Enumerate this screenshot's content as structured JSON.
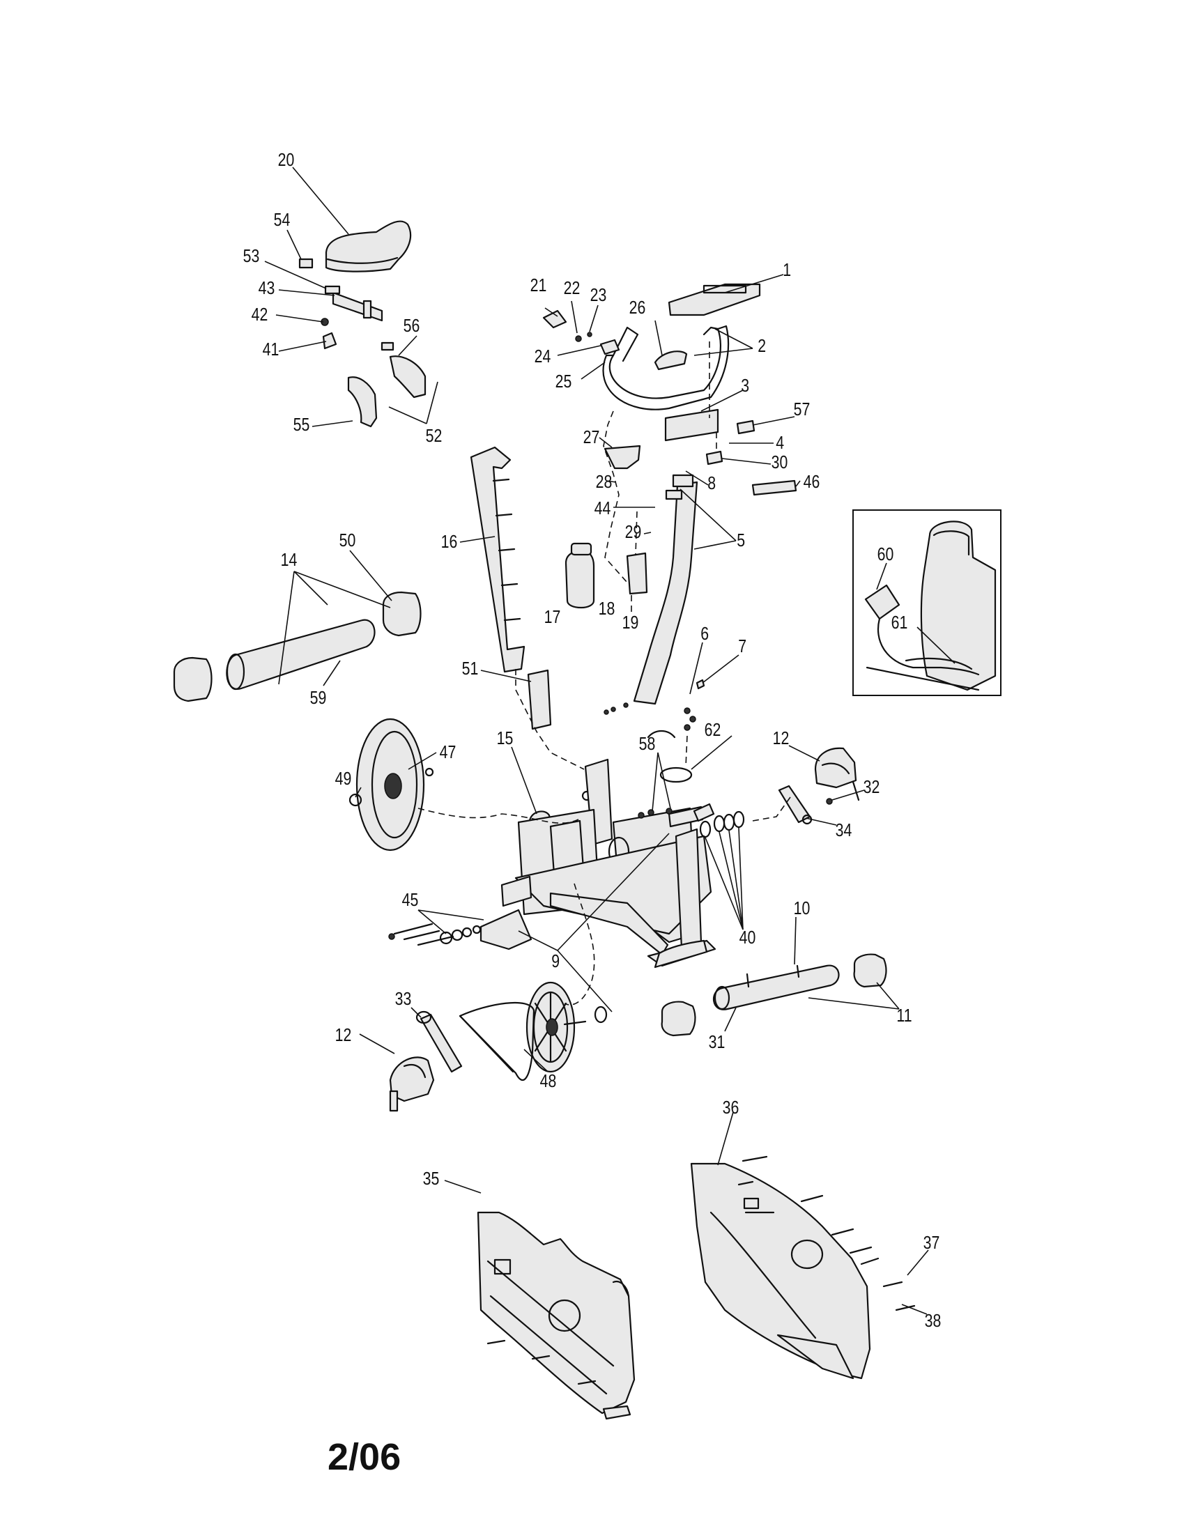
{
  "callouts": [
    {
      "id": "1",
      "label": "1"
    },
    {
      "id": "2",
      "label": "2"
    },
    {
      "id": "3",
      "label": "3"
    },
    {
      "id": "4",
      "label": "4"
    },
    {
      "id": "5",
      "label": "5"
    },
    {
      "id": "6",
      "label": "6"
    },
    {
      "id": "7",
      "label": "7"
    },
    {
      "id": "8",
      "label": "8"
    },
    {
      "id": "9",
      "label": "9"
    },
    {
      "id": "10",
      "label": "10"
    },
    {
      "id": "11",
      "label": "11"
    },
    {
      "id": "12a",
      "label": "12"
    },
    {
      "id": "12b",
      "label": "12"
    },
    {
      "id": "14",
      "label": "14"
    },
    {
      "id": "15",
      "label": "15"
    },
    {
      "id": "16",
      "label": "16"
    },
    {
      "id": "17",
      "label": "17"
    },
    {
      "id": "18",
      "label": "18"
    },
    {
      "id": "19",
      "label": "19"
    },
    {
      "id": "20",
      "label": "20"
    },
    {
      "id": "21",
      "label": "21"
    },
    {
      "id": "22",
      "label": "22"
    },
    {
      "id": "23",
      "label": "23"
    },
    {
      "id": "24",
      "label": "24"
    },
    {
      "id": "25",
      "label": "25"
    },
    {
      "id": "26",
      "label": "26"
    },
    {
      "id": "27",
      "label": "27"
    },
    {
      "id": "28",
      "label": "28"
    },
    {
      "id": "29",
      "label": "29"
    },
    {
      "id": "30",
      "label": "30"
    },
    {
      "id": "31",
      "label": "31"
    },
    {
      "id": "32",
      "label": "32"
    },
    {
      "id": "33",
      "label": "33"
    },
    {
      "id": "34",
      "label": "34"
    },
    {
      "id": "35",
      "label": "35"
    },
    {
      "id": "36",
      "label": "36"
    },
    {
      "id": "37",
      "label": "37"
    },
    {
      "id": "38",
      "label": "38"
    },
    {
      "id": "40",
      "label": "40"
    },
    {
      "id": "41",
      "label": "41"
    },
    {
      "id": "42",
      "label": "42"
    },
    {
      "id": "43",
      "label": "43"
    },
    {
      "id": "44",
      "label": "44"
    },
    {
      "id": "45",
      "label": "45"
    },
    {
      "id": "46",
      "label": "46"
    },
    {
      "id": "47",
      "label": "47"
    },
    {
      "id": "48",
      "label": "48"
    },
    {
      "id": "49",
      "label": "49"
    },
    {
      "id": "50",
      "label": "50"
    },
    {
      "id": "51",
      "label": "51"
    },
    {
      "id": "52",
      "label": "52"
    },
    {
      "id": "53",
      "label": "53"
    },
    {
      "id": "54",
      "label": "54"
    },
    {
      "id": "55",
      "label": "55"
    },
    {
      "id": "56",
      "label": "56"
    },
    {
      "id": "57",
      "label": "57"
    },
    {
      "id": "58",
      "label": "58"
    },
    {
      "id": "59",
      "label": "59"
    },
    {
      "id": "60",
      "label": "60"
    },
    {
      "id": "61",
      "label": "61"
    },
    {
      "id": "62",
      "label": "62"
    }
  ],
  "footer": {
    "date_code": "2/06"
  }
}
